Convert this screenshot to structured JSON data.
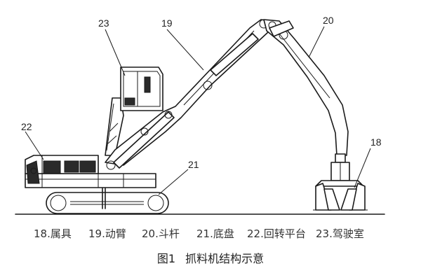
{
  "callouts": {
    "c18": "18",
    "c19": "19",
    "c20": "20",
    "c21": "21",
    "c22": "22",
    "c23": "23"
  },
  "legend": [
    "18.属具",
    "19.动臂",
    "20.斗杆",
    "21.底盘",
    "22.回转平台",
    "23.驾驶室"
  ],
  "caption": {
    "number": "图1",
    "title": "抓料机结构示意"
  }
}
